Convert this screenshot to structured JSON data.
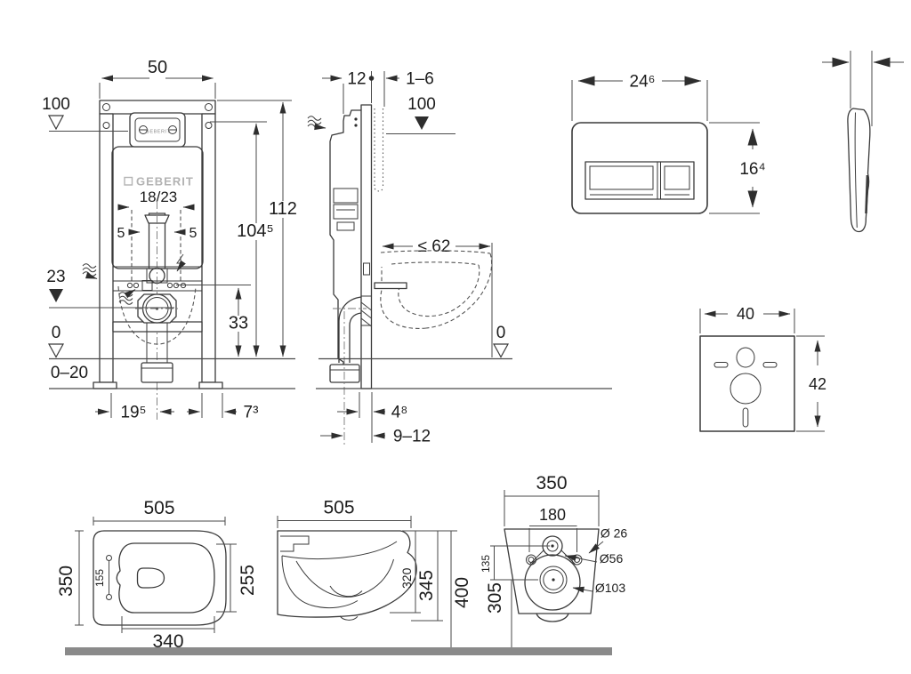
{
  "title": "Wall-hung WC installation frame dimension drawing",
  "colors": {
    "line": "#3a3a3a",
    "dim": "#4a4a4a",
    "text": "#1c1c1c",
    "floor": "#8a8a8a",
    "logo": "#b3b3b3"
  },
  "frame_front": {
    "window_logo": "GEBERIT",
    "logo": "GEBERIT",
    "cistern_model": "18/23",
    "dim_width": "50",
    "dim_ref_level": "100",
    "dim_height_total": "112",
    "dim_height_actuator": "104⁵",
    "dim_offset_left": "5",
    "dim_offset_right": "5",
    "dim_supply_level": "23",
    "dim_drain_level": "33",
    "dim_zero": "0",
    "dim_floor_range": "0–20",
    "dim_foot_left": "19⁵",
    "dim_foot_right": "7³"
  },
  "frame_side": {
    "dim_depth": "12",
    "dim_wall_finish": "1–6",
    "dim_ref_level": "100",
    "dim_bowl_reach": "≤ 62",
    "dim_zero": "0",
    "dim_outlet": "4⁸",
    "dim_outlet_range": "9–12"
  },
  "flush_plate": {
    "dim_width": "24⁶",
    "dim_height": "16⁴"
  },
  "sound_pad": {
    "dim_width": "40",
    "dim_height": "42"
  },
  "bowl_top": {
    "dim_length": "505",
    "dim_width": "350",
    "dim_opening_depth": "255",
    "dim_hole_spacing": "155",
    "dim_opening_width": "340"
  },
  "bowl_side": {
    "dim_length": "505",
    "dim_height_inner": "320",
    "dim_height_bowl": "345",
    "dim_height_total": "400"
  },
  "bowl_rear": {
    "dim_width": "350",
    "dim_bolt_spacing": "180",
    "dim_inlet_drop": "135",
    "dim_drain_height": "305",
    "dia_bolt": "Ø 26",
    "dia_inlet": "Ø56",
    "dia_drain": "Ø103"
  }
}
